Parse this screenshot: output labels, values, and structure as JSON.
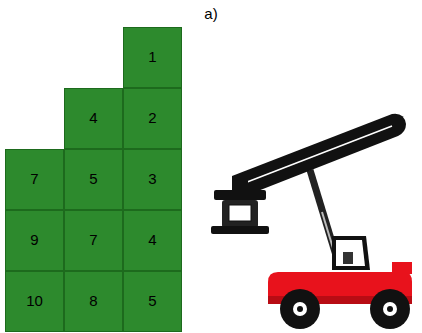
{
  "diagram": {
    "nodes": [
      {
        "text": [
          "1"
        ]
      },
      {
        "text": [
          "4"
        ]
      },
      {
        "text": [
          "2"
        ]
      },
      {
        "text": [
          "7"
        ]
      },
      {
        "text": [
          "5"
        ]
      },
      {
        "text": [
          "3"
        ]
      },
      {
        "text": [
          "9"
        ]
      },
      {
        "text": [
          "7"
        ]
      },
      {
        "text": [
          "4"
        ]
      },
      {
        "text": [
          "10"
        ]
      },
      {
        "text": [
          "8"
        ]
      },
      {
        "text": [
          "5"
        ]
      }
    ],
    "labels": [
      "a)"
    ]
  }
}
